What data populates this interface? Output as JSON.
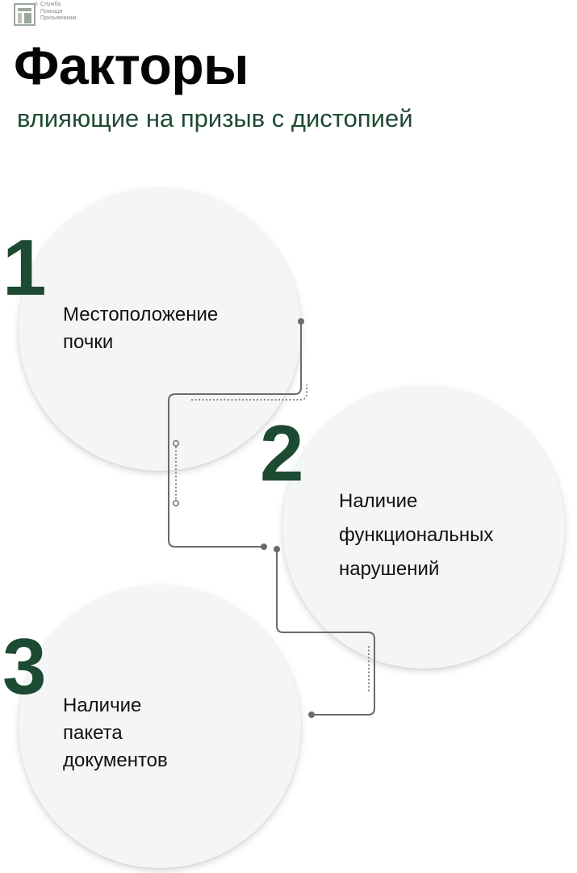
{
  "logo": {
    "icon": "brand-logo-icon",
    "line1": "Служба",
    "line2": "Помощи",
    "line3": "Призывникам",
    "color": "#8a8a8a"
  },
  "header": {
    "title": "Факторы",
    "subtitle": "влияющие на призыв с дистопией"
  },
  "factors": [
    {
      "number": "1",
      "lines": [
        "Местоположение",
        "почки"
      ]
    },
    {
      "number": "2",
      "lines": [
        "Наличие",
        "функциональных",
        "нарушений"
      ]
    },
    {
      "number": "3",
      "lines": [
        "Наличие",
        "пакета",
        "документов"
      ]
    }
  ],
  "colors": {
    "accent": "#1c4a32",
    "subtitle": "#1e4a33",
    "circle": "#f4f5f6",
    "connector": "#6b6b6b"
  }
}
